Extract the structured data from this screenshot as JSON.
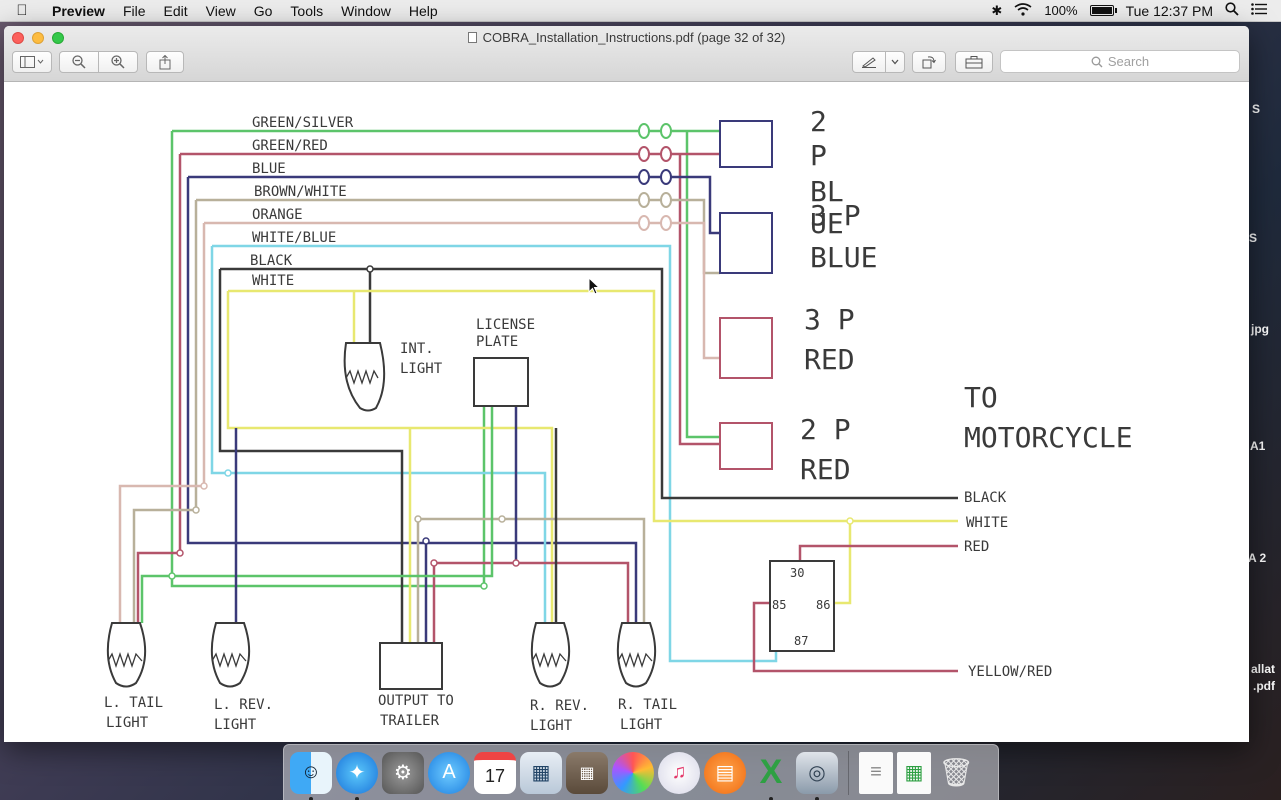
{
  "menubar": {
    "app": "Preview",
    "items": [
      "File",
      "Edit",
      "View",
      "Go",
      "Tools",
      "Window",
      "Help"
    ],
    "battery": "100%",
    "clock": "Tue 12:37 PM"
  },
  "window": {
    "title": "COBRA_Installation_Instructions.pdf (page 32 of 32)",
    "search_placeholder": "Search"
  },
  "diagram": {
    "wire_labels": [
      "GREEN/SILVER",
      "GREEN/RED",
      "BLUE",
      "BROWN/WHITE",
      "ORANGE",
      "WHITE/BLUE",
      "BLACK",
      "WHITE"
    ],
    "conn_2p_top": [
      "2",
      "P",
      "BL",
      "UE"
    ],
    "conn_3p_blue": [
      "3 P",
      "BLUE"
    ],
    "conn_3p_red": [
      "3 P",
      "RED"
    ],
    "conn_2p_red": [
      "2 P",
      "RED"
    ],
    "to_motorcycle": [
      "TO",
      "MOTORCYCLE"
    ],
    "int_light": [
      "INT.",
      "LIGHT"
    ],
    "license_plate": [
      "LICENSE",
      "PLATE"
    ],
    "right_wires": [
      "BLACK",
      "WHITE",
      "RED",
      "YELLOW/RED"
    ],
    "relay_pins": [
      "30",
      "85",
      "86",
      "87"
    ],
    "bottom": {
      "l_tail": [
        "L. TAIL",
        "LIGHT"
      ],
      "l_rev": [
        "L. REV.",
        "LIGHT"
      ],
      "output": [
        "OUTPUT TO",
        "TRAILER"
      ],
      "r_rev": [
        "R. REV.",
        "LIGHT"
      ],
      "r_tail": [
        "R. TAIL",
        "LIGHT"
      ]
    },
    "colors": {
      "green": "#5cc46a",
      "red": "#b3546a",
      "blue": "#3a3a7a",
      "brown": "#b8b09a",
      "orange": "#d8b8b0",
      "cyan": "#7fd6e6",
      "black": "#3a3a3a",
      "yellow": "#e8e870"
    }
  },
  "desktop_peek": [
    "S",
    "S",
    "jpg",
    "A1",
    "A 2",
    "allat",
    ".pdf"
  ]
}
